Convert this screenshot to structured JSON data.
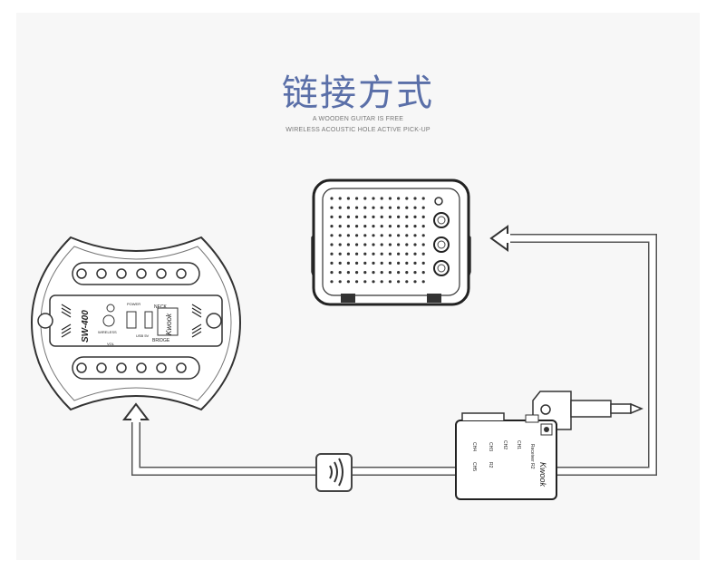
{
  "title": "链接方式",
  "subtitle_line1": "A WOODEN GUITAR IS FREE",
  "subtitle_line2": "WIRELESS ACOUSTIC HOLE ACTIVE PICK-UP",
  "pickup": {
    "model": "SW-400",
    "brand": "Kwook",
    "label_neck": "NECK",
    "label_bridge": "BRIDGE",
    "label_power": "POWER",
    "label_wireless": "WIRELESS",
    "label_usb": "USB 5V",
    "label_volume": "VOL"
  },
  "receiver": {
    "brand": "Kwook",
    "model": "Receiver R2",
    "ch1": "CH1",
    "ch2": "CH2",
    "ch3": "CH3",
    "ch4": "CH4",
    "ch5": "CH5",
    "r2": "R2"
  },
  "icons": {
    "wireless": "wireless-signal-icon",
    "arrow": "arrow-icon"
  }
}
